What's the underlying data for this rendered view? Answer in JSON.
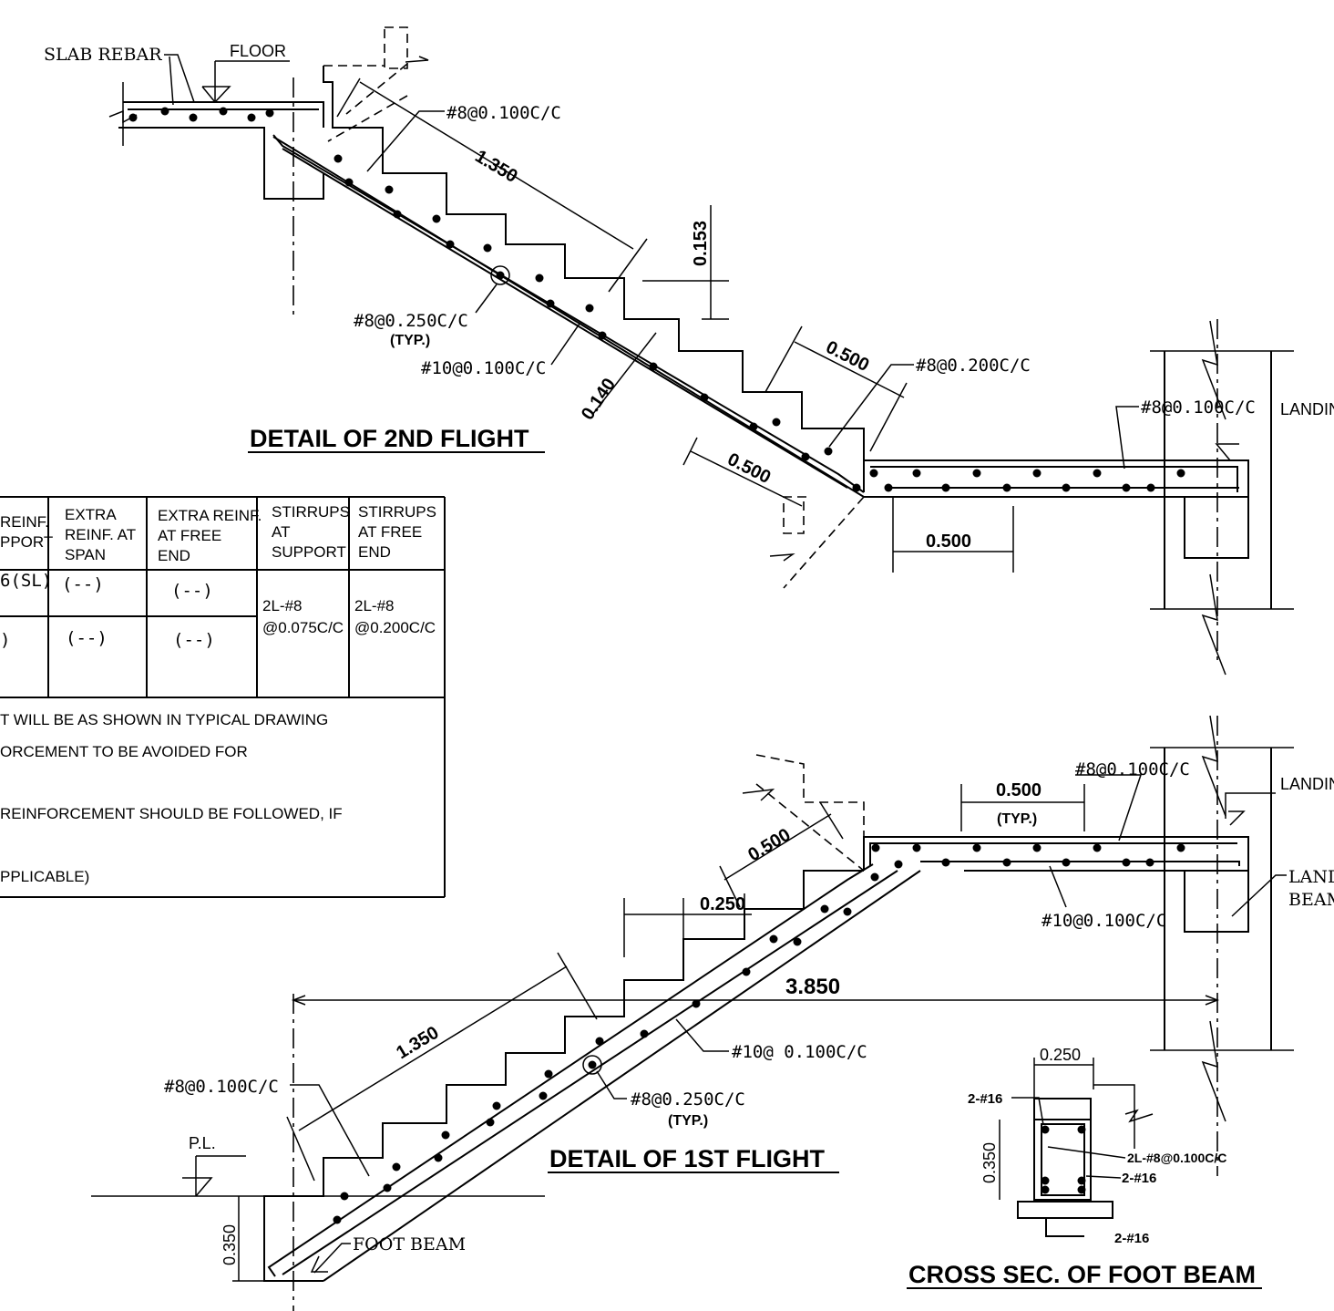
{
  "second_flight": {
    "title": "DETAIL OF 2ND FLIGHT",
    "label_slab_rebar": "SLAB REBAR",
    "label_floor": "FLOOR",
    "label_top_rebar": "#8@0.100C/C",
    "dim_slope": "1.350",
    "dim_riser": "0.153",
    "label_dist_rebar": "#8@0.250C/C",
    "label_typ": "(TYP.)",
    "label_main_rebar": "#10@0.100C/C",
    "dim_thickness": "0.140",
    "dim_top_ext": "0.500",
    "label_ext_rebar": "#8@0.200C/C",
    "dim_bottom_ext": "0.500",
    "label_landing_rebar": "#8@0.100C/C",
    "label_landing": "LANDIN",
    "dim_landing_ext": "0.500"
  },
  "table": {
    "headers": [
      "REINF.\nPPORT",
      "EXTRA\nREINF. AT\nSPAN",
      "EXTRA REINF.\nAT FREE\nEND",
      "STIRRUPS\nAT\nSUPPORT",
      "STIRRUPS\nAT FREE\nEND"
    ],
    "row1": [
      "6(SL)",
      "(--)",
      "(--)"
    ],
    "row2": [
      ")",
      "(--)",
      "(--)"
    ],
    "stirrups_support": [
      "2L-#8",
      "@0.075C/C"
    ],
    "stirrups_free": [
      "2L-#8",
      "@0.200C/C"
    ],
    "notes": [
      "T WILL BE AS SHOWN IN TYPICAL DRAWING",
      "ORCEMENT TO BE AVOIDED FOR",
      "REINFORCEMENT SHOULD BE FOLLOWED, IF",
      "PPLICABLE)"
    ]
  },
  "first_flight": {
    "title": "DETAIL OF 1ST FLIGHT",
    "label_landing_top": "#8@0.100C/C",
    "label_landing": "LANDIN",
    "dim_landing_ext": "0.500",
    "label_typ_landing": "(TYP.)",
    "label_landing_beam_1": "LAND",
    "label_landing_beam_2": "BEAM",
    "label_landing_bottom": "#10@0.100C/C",
    "dim_top_ext": "0.500",
    "dim_tread": "0.250",
    "dim_span": "3.850",
    "dim_slope": "1.350",
    "label_main_rebar": "#10@ 0.100C/C",
    "label_top_rebar": "#8@0.100C/C",
    "label_dist_rebar": "#8@0.250C/C",
    "label_typ": "(TYP.)",
    "label_pl": "P.L.",
    "dim_beam_depth": "0.350",
    "label_foot_beam": "FOOT BEAM"
  },
  "foot_beam_section": {
    "title": "CROSS SEC. OF FOOT BEAM",
    "dim_width": "0.250",
    "dim_depth": "0.350",
    "label_top_bars": "2-#16",
    "label_stirrups": "2L-#8@0.100C/C",
    "label_mid_bars": "2-#16",
    "label_bottom_bars": "2-#16"
  }
}
